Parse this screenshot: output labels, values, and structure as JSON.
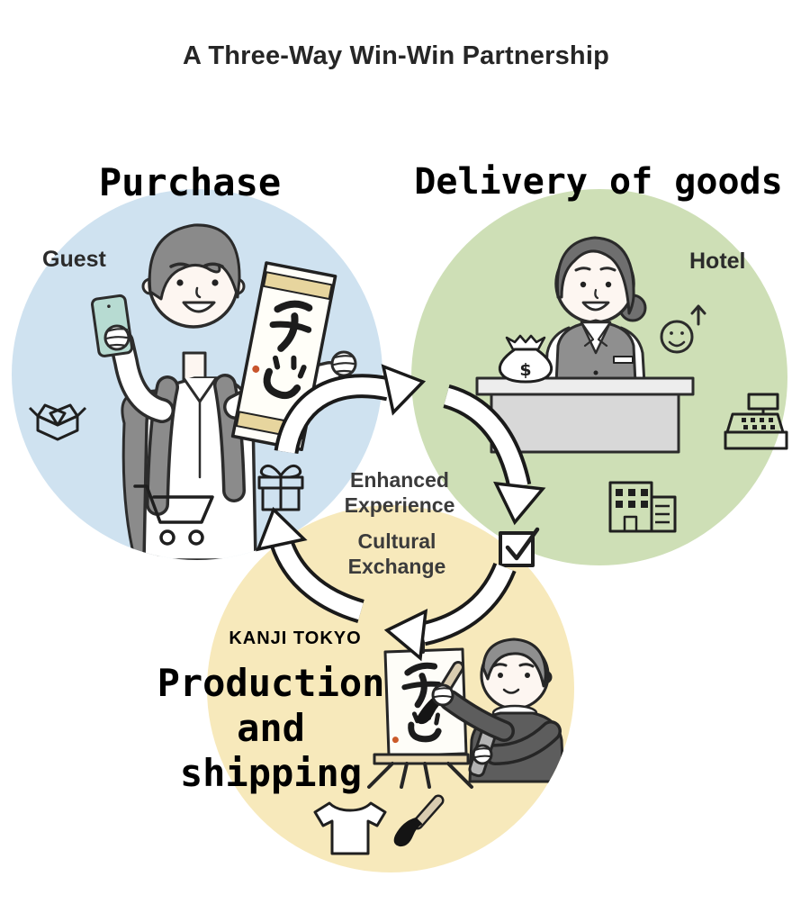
{
  "title": "A Three-Way Win-Win Partnership",
  "nodes": {
    "purchase": {
      "label": "Purchase",
      "actor": "Guest"
    },
    "delivery": {
      "label": "Delivery of goods",
      "actor": "Hotel"
    },
    "production": {
      "label_lines": [
        "Production",
        "and",
        "shipping"
      ],
      "actor": "KANJI TOKYO"
    }
  },
  "center": {
    "enhanced": [
      "Enhanced",
      "Experience"
    ],
    "cultural": [
      "Cultural",
      "Exchange"
    ]
  },
  "icons": {
    "purchase": [
      "package-box-icon",
      "shopping-cart-icon",
      "gift-icon"
    ],
    "delivery": [
      "money-bag-icon",
      "satisfaction-smiley-icon",
      "up-arrow-icon",
      "cash-register-icon",
      "hotel-building-icon"
    ],
    "production": [
      "tshirt-icon",
      "paintbrush-icon"
    ],
    "flow": [
      "checkbox-icon",
      "cycle-arrows"
    ],
    "money_symbol": "$"
  },
  "colors": {
    "guest_circle": "#cfe2f0",
    "hotel_circle": "#cedfb6",
    "producer_circle": "#f7e9bb",
    "arrow_fill": "#ffffff",
    "ink": "#1f1f1f"
  }
}
